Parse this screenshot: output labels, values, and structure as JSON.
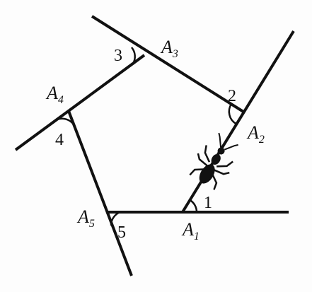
{
  "vertices": [
    {
      "id": "A1",
      "letter": "A",
      "sub": "1"
    },
    {
      "id": "A2",
      "letter": "A",
      "sub": "2"
    },
    {
      "id": "A3",
      "letter": "A",
      "sub": "3"
    },
    {
      "id": "A4",
      "letter": "A",
      "sub": "4"
    },
    {
      "id": "A5",
      "letter": "A",
      "sub": "5"
    }
  ],
  "angles": [
    "1",
    "2",
    "3",
    "4",
    "5"
  ],
  "figure": {
    "shape": "pentagon",
    "extended_sides": true,
    "icon": "ant-icon"
  }
}
